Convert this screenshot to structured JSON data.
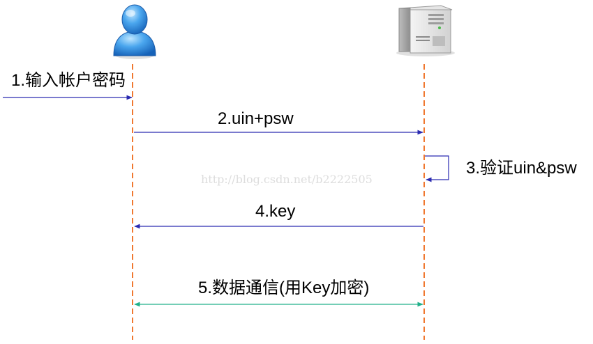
{
  "steps": {
    "s1": "1.输入帐户密码",
    "s2": "2.uin+psw",
    "s3": "3.验证uin&psw",
    "s4": "4.key",
    "s5": "5.数据通信(用Key加密)"
  },
  "watermark": "http://blog.csdn.net/b2222505",
  "icons": {
    "client": "user-person-icon",
    "server": "server-tower-icon"
  },
  "colors": {
    "lifeline": "#f07830",
    "arrow_blue": "#2a2ab0",
    "arrow_green": "#20b08a",
    "user_blue": "#2e8fe0"
  }
}
